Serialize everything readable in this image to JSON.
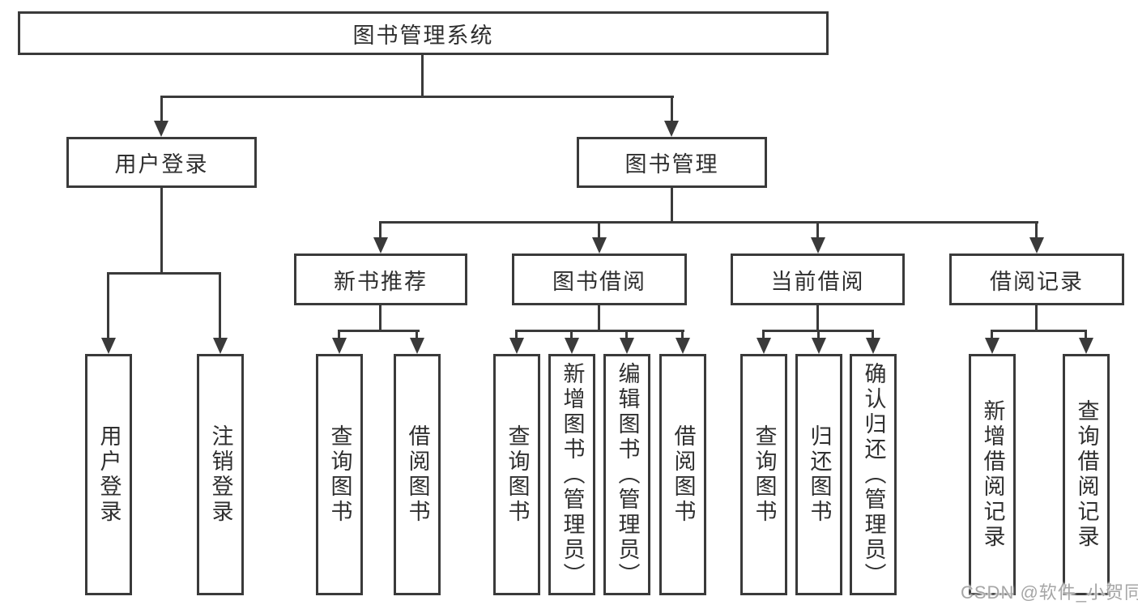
{
  "diagram": {
    "tree": {
      "label": "图书管理系统",
      "children": [
        {
          "label": "用户登录",
          "children": [
            {
              "label": "用户登录"
            },
            {
              "label": "注销登录"
            }
          ]
        },
        {
          "label": "图书管理",
          "children": [
            {
              "label": "新书推荐",
              "children": [
                {
                  "label": "查询图书"
                },
                {
                  "label": "借阅图书"
                }
              ]
            },
            {
              "label": "图书借阅",
              "children": [
                {
                  "label": "查询图书"
                },
                {
                  "label": "新增图书（管理员）"
                },
                {
                  "label": "编辑图书（管理员）"
                },
                {
                  "label": "借阅图书"
                }
              ]
            },
            {
              "label": "当前借阅",
              "children": [
                {
                  "label": "查询图书"
                },
                {
                  "label": "归还图书"
                },
                {
                  "label": "确认归还（管理员）"
                }
              ]
            },
            {
              "label": "借阅记录",
              "children": [
                {
                  "label": "新增借阅记录"
                },
                {
                  "label": "查询借阅记录"
                }
              ]
            }
          ]
        }
      ]
    },
    "watermark": "CSDN @软件_小贺同学",
    "colors": {
      "line": "#3a3a3a",
      "text": "#2f2f2f",
      "watermark": "#a6a6a6",
      "background": "#ffffff"
    }
  }
}
